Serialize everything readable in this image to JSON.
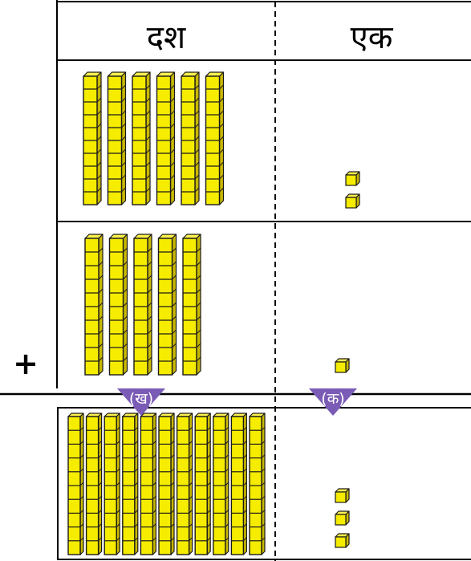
{
  "headers": {
    "tens": "दश",
    "ones": "एक"
  },
  "operator": "+",
  "markers": {
    "tens": "(ख)",
    "ones": "(क)"
  },
  "colors": {
    "cube_front": "#f5ec00",
    "cube_top": "#fff34d",
    "cube_side": "#c8b800",
    "cube_edge": "#1a1a1a",
    "marker_fill": "#7a5bb5",
    "marker_text": "#ffffff",
    "line": "#000000"
  },
  "rows": [
    {
      "name": "first-addend",
      "tens": 6,
      "ones": 2
    },
    {
      "name": "second-addend",
      "tens": 5,
      "ones": 1
    },
    {
      "name": "sum",
      "tens": 11,
      "ones": 3
    }
  ],
  "rods_cubes_each": 10
}
